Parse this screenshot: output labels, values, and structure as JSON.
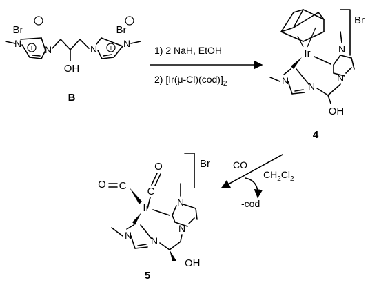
{
  "scheme": {
    "compound_b": {
      "label": "B",
      "counterion": "Br",
      "oh": "OH"
    },
    "compound_4": {
      "label": "4",
      "counterion": "Br",
      "metal": "Ir",
      "oh": "OH"
    },
    "compound_5": {
      "label": "5",
      "counterion": "Br",
      "metal": "Ir",
      "oh": "OH",
      "carbonyl_c": "C",
      "carbonyl_o": "O"
    },
    "step1": {
      "reagents_line1": "1) 2 NaH, EtOH",
      "reagents_line2_main": "2) [Ir(μ-Cl)(cod)]",
      "reagents_line2_sub": "2"
    },
    "step2": {
      "reagent_co": "CO",
      "solvent_main": "CH",
      "solvent_sub1": "2",
      "solvent_mid": "Cl",
      "solvent_sub2": "2",
      "byproduct": "-cod"
    },
    "atoms": {
      "nitrogen": "N",
      "plus": "+",
      "minus": "−"
    }
  }
}
